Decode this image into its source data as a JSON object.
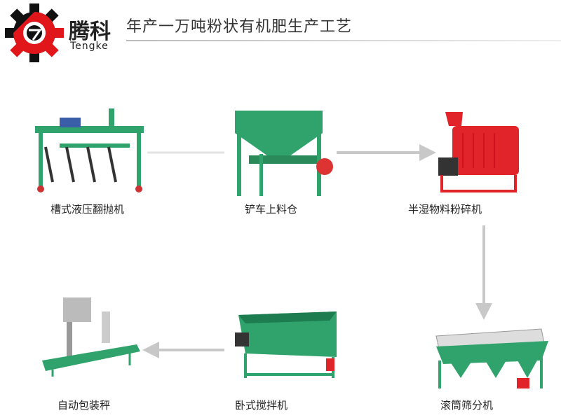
{
  "header": {
    "title": "年产一万吨粉状有机肥生产工艺",
    "brand_cn": "腾科",
    "brand_en": "Tengke"
  },
  "colors": {
    "machine_green": "#2fa36b",
    "logo_red": "#e0161b",
    "arrow_gray": "#c8c8c8"
  },
  "steps": [
    {
      "label": "槽式液压翻抛机"
    },
    {
      "label": "铲车上料仓"
    },
    {
      "label": "半湿物料粉碎机"
    },
    {
      "label": "滚筒筛分机"
    },
    {
      "label": "卧式搅拌机"
    },
    {
      "label": "自动包装秤"
    }
  ]
}
